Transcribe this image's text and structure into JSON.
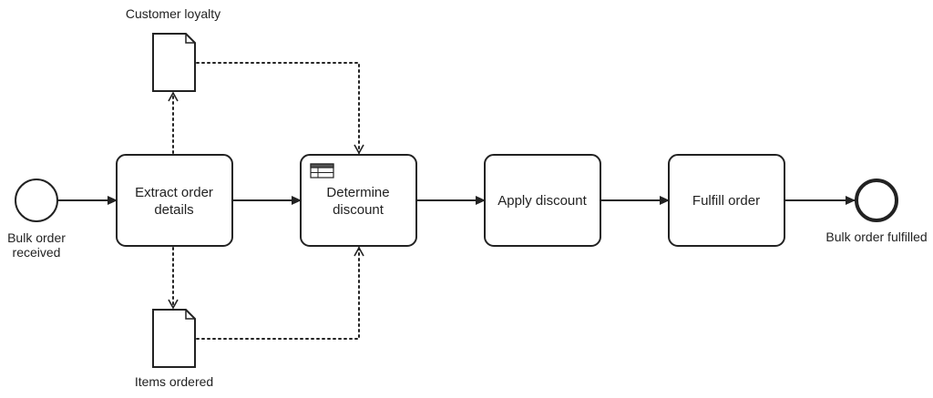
{
  "events": {
    "start": {
      "label_lines": [
        "Bulk order",
        "received"
      ]
    },
    "end": {
      "label": "Bulk order fulfilled"
    }
  },
  "tasks": [
    {
      "label_lines": [
        "Extract order",
        "details"
      ]
    },
    {
      "label_lines": [
        "Determine",
        "discount"
      ],
      "icon": "table-icon"
    },
    {
      "label_lines": [
        "Apply discount"
      ]
    },
    {
      "label_lines": [
        "Fulfill order"
      ]
    }
  ],
  "data_objects": {
    "top": {
      "label": "Customer loyalty"
    },
    "bottom": {
      "label": "Items ordered"
    }
  }
}
